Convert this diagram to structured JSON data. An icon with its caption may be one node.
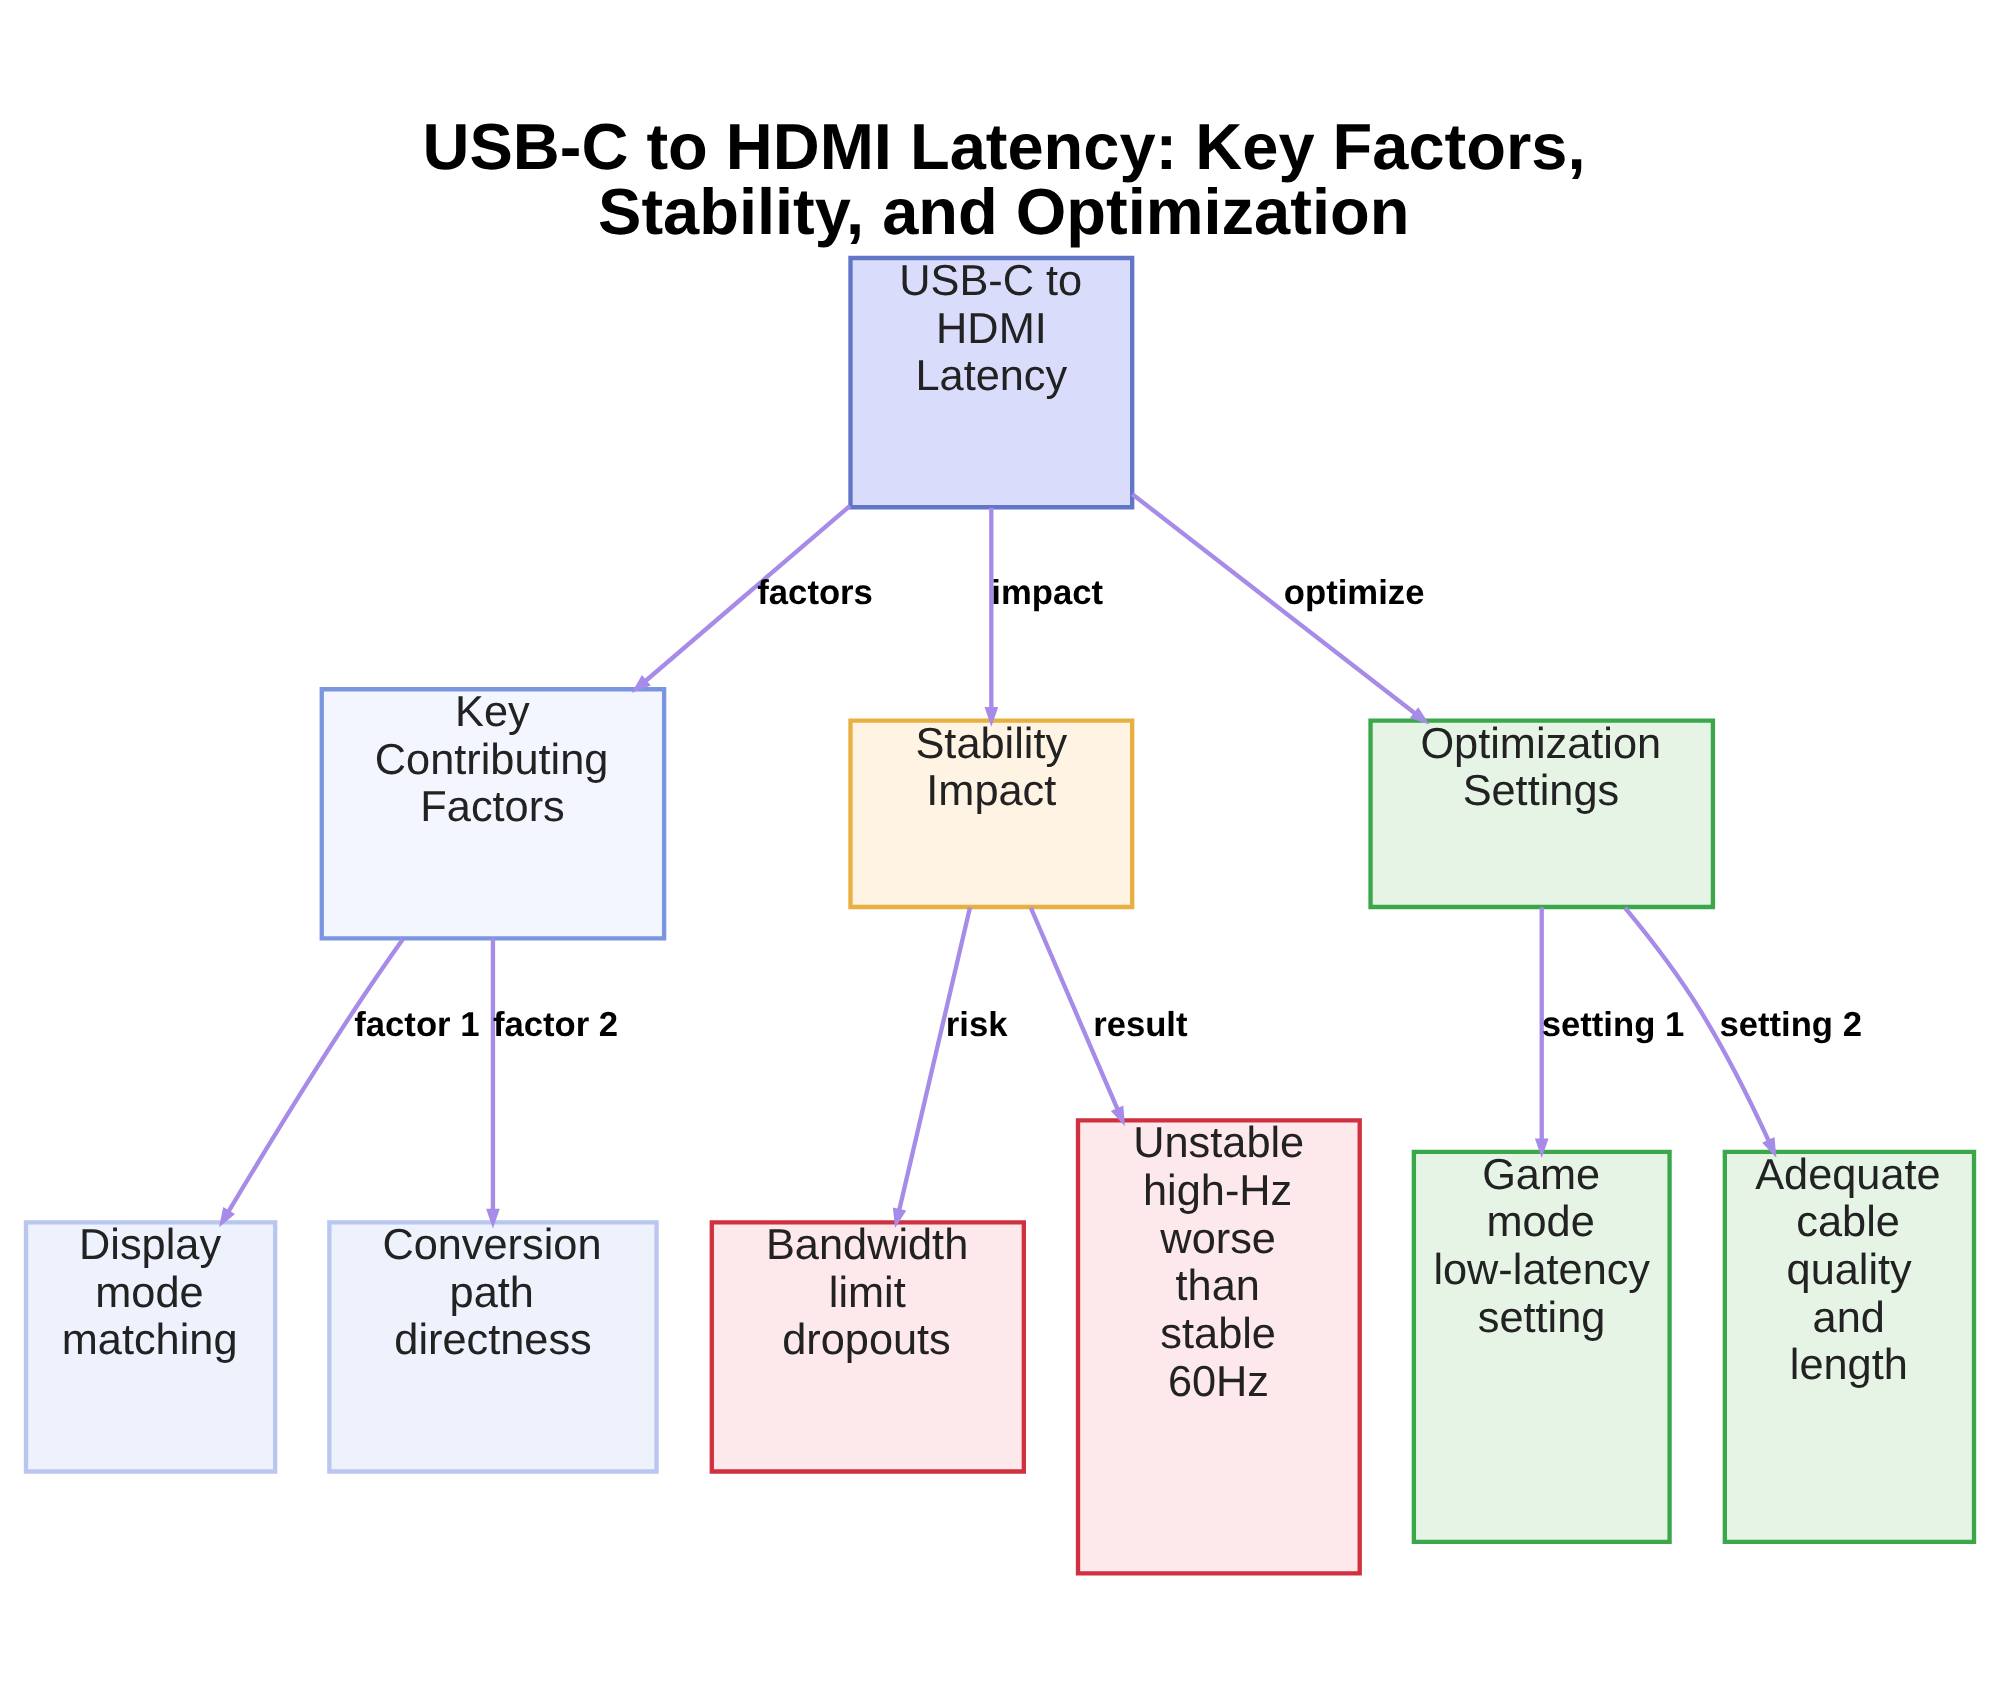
{
  "diagram": {
    "title": "USB-C to HDMI Latency: Key Factors, Stability, and Optimization",
    "nodes": [
      {
        "text": [
          "USB-C to HDMI Latency"
        ]
      },
      {
        "text": [
          "Key Contributing Factors"
        ]
      },
      {
        "text": [
          "Stability Impact"
        ]
      },
      {
        "text": [
          "Optimization Settings"
        ]
      },
      {
        "text": [
          "Display mode matching"
        ]
      },
      {
        "text": [
          "Conversion path directness"
        ]
      },
      {
        "text": [
          "Bandwidth limit dropouts"
        ]
      },
      {
        "text": [
          "Unstable high-Hz worse than stable 60Hz"
        ]
      },
      {
        "text": [
          "Game mode low-latency setting"
        ]
      },
      {
        "text": [
          "Adequate cable quality and length"
        ]
      }
    ],
    "edges": [
      {
        "from": 0,
        "to": 1,
        "arrow": "to",
        "label": "factors"
      },
      {
        "from": 0,
        "to": 2,
        "arrow": "to",
        "label": "impact"
      },
      {
        "from": 0,
        "to": 3,
        "arrow": "to",
        "label": "optimize"
      },
      {
        "from": 1,
        "to": 4,
        "arrow": "to",
        "label": "factor 1"
      },
      {
        "from": 1,
        "to": 5,
        "arrow": "to",
        "label": "factor 2"
      },
      {
        "from": 2,
        "to": 6,
        "arrow": "to",
        "label": "risk"
      },
      {
        "from": 2,
        "to": 7,
        "arrow": "to",
        "label": "result"
      },
      {
        "from": 3,
        "to": 8,
        "arrow": "to",
        "label": "setting 1"
      },
      {
        "from": 3,
        "to": 9,
        "arrow": "to",
        "label": "setting 2"
      }
    ]
  }
}
